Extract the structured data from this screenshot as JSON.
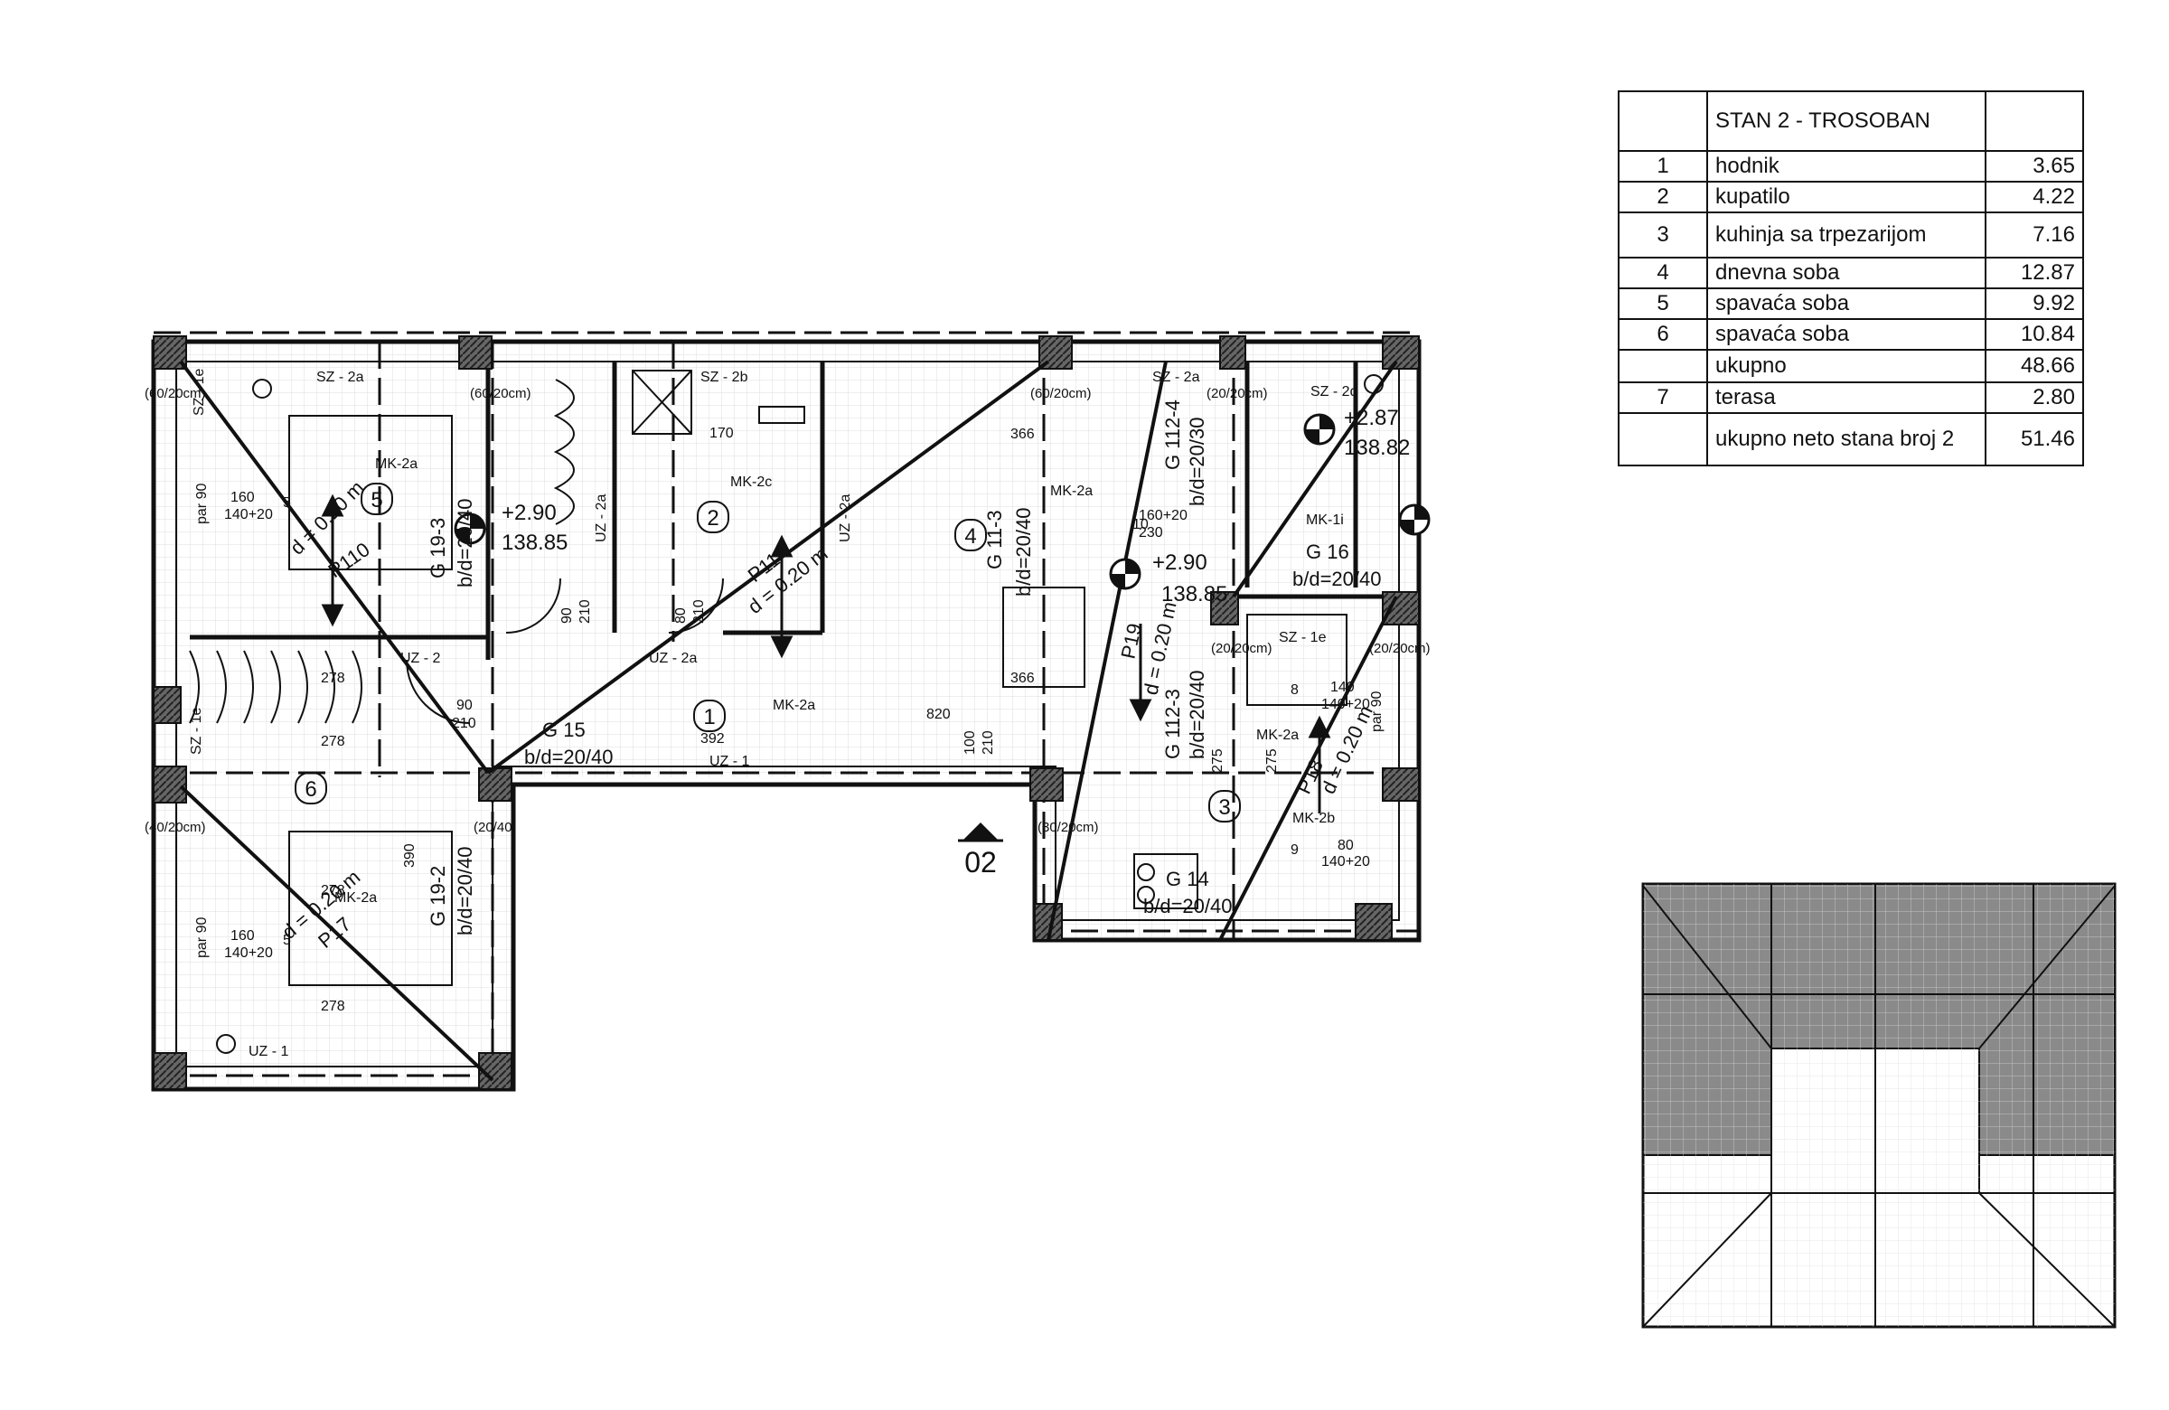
{
  "table": {
    "header": "STAN 2 - TROSOBAN",
    "rows": [
      {
        "num": "1",
        "name": "hodnik",
        "area": "3.65"
      },
      {
        "num": "2",
        "name": "kupatilo",
        "area": "4.22"
      },
      {
        "num": "3",
        "name": "kuhinja sa trpezarijom",
        "area": "7.16"
      },
      {
        "num": "4",
        "name": "dnevna soba",
        "area": "12.87"
      },
      {
        "num": "5",
        "name": "spavaća soba",
        "area": "9.92"
      },
      {
        "num": "6",
        "name": "spavaća soba",
        "area": "10.84"
      },
      {
        "num": "",
        "name": "ukupno",
        "area": "48.66"
      },
      {
        "num": "7",
        "name": "terasa",
        "area": "2.80"
      },
      {
        "num": "",
        "name": "ukupno neto stana broj 2",
        "area": "51.46"
      }
    ]
  },
  "plan": {
    "rooms": [
      "1",
      "2",
      "3",
      "4",
      "5",
      "6"
    ],
    "levels": {
      "l1": "+2.90",
      "l1b": "138.85",
      "l2": "+2.90",
      "l2b": "138.85",
      "l3": "+2.87",
      "l3b": "138.82"
    },
    "section_mark": "02",
    "labels": {
      "g15": "G 15",
      "g15b": "b/d=20/40",
      "g14": "G 14",
      "g14b": "b/d=20/40",
      "g16": "G 16",
      "g16b": "b/d=20/40",
      "g113": "G 11-3",
      "g113b": "b/d=20/40",
      "g1123": "G 112-3",
      "g1123b": "b/d=20/40",
      "g1124": "G 112-4",
      "g1124b": "b/d=20/30",
      "g193": "G 19-3",
      "g193b": "b/d=20/40",
      "g192": "G 19-2",
      "g192b": "b/d=20/40",
      "p110": "P110",
      "p110b": "d = 0.20 m",
      "p11": "P11",
      "p11b": "d = 0.20 m",
      "p19": "P19",
      "p19b": "d = 0.20 m",
      "p17": "P17",
      "p17b": "d = 0.20 m",
      "p18": "P18",
      "p18b": "d = 0.20 m",
      "sz2a_1": "SZ - 2a",
      "sz2a_2": "SZ - 2a",
      "sz2b": "SZ - 2b",
      "sz2d": "SZ - 2d",
      "sz1e_1": "SZ - 1e",
      "sz1e_2": "SZ - 1e",
      "sz1e_3": "SZ - 1e",
      "mk2a_1": "MK-2a",
      "mk2a_2": "MK-2a",
      "mk2a_3": "MK-2a",
      "mk2a_4": "MK-2a",
      "mk2a_5": "MK-2a",
      "mk2c": "MK-2c",
      "mk1i": "MK-1i",
      "mk2b": "MK-2b",
      "uz2_1": "UZ - 2",
      "uz2a_1": "UZ - 2a",
      "uz2a_2": "UZ - 2a",
      "uz2a_3": "UZ - 2a",
      "uz1_1": "UZ - 1",
      "uz1_2": "UZ - 1",
      "col_6020a": "(60/20cm)",
      "col_6020b": "(60/20cm)",
      "col_6020c": "(60/20cm)",
      "col_2020a": "(20/20cm)",
      "col_2020b": "(20/20cm)",
      "col_2020c": "(20/20cm)",
      "col_4020": "(40/20cm)",
      "col_3020": "(30/20cm)",
      "col_2040": "(20/40",
      "bed1": "160",
      "bed1b": "140+20",
      "bed2": "160",
      "bed2b": "140+20",
      "bed3": "160+20",
      "bed3b": "230",
      "bed4": "140",
      "bed4b": "140+20",
      "bed5": "80",
      "bed5b": "140+20",
      "d90": "90",
      "d210": "210",
      "d90b": "90",
      "d210b": "210",
      "d80": "80",
      "d210c": "210",
      "d100": "100",
      "d210d": "210",
      "d820": "820",
      "d392": "392",
      "d278a": "278",
      "d278b": "278",
      "d278c": "278",
      "d278d": "278",
      "d366a": "366",
      "d366b": "366",
      "d170": "170",
      "d275a": "275",
      "d275b": "275",
      "d390": "390",
      "n5a": "5",
      "n5b": "5",
      "n10": "10",
      "n8": "8",
      "n9": "9",
      "par90a": "par 90",
      "par90b": "par 90",
      "par90c": "par 90"
    }
  }
}
